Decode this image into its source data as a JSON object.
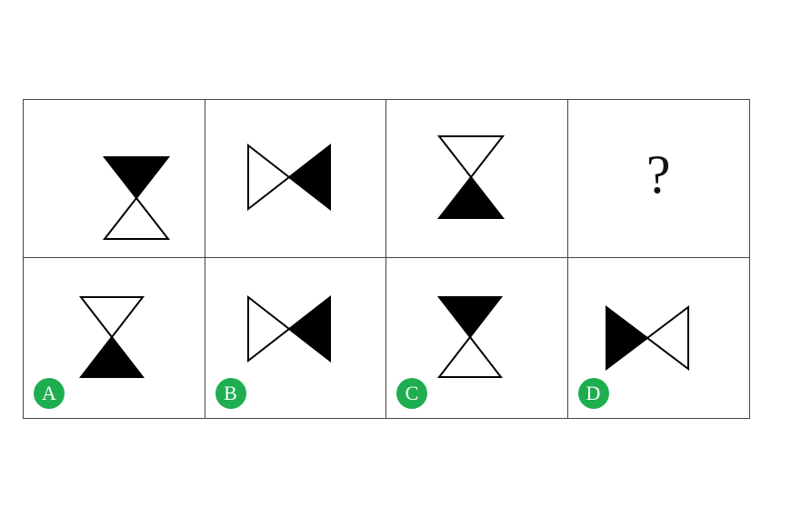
{
  "question": {
    "cells": [
      {
        "shape": "hourglass-top-filled"
      },
      {
        "shape": "bowtie-right-filled"
      },
      {
        "shape": "hourglass-bottom-filled"
      },
      {
        "placeholder": "?"
      }
    ]
  },
  "options": [
    {
      "label": "A",
      "shape": "hourglass-bottom-filled"
    },
    {
      "label": "B",
      "shape": "bowtie-right-filled"
    },
    {
      "label": "C",
      "shape": "hourglass-top-filled"
    },
    {
      "label": "D",
      "shape": "bowtie-left-filled"
    }
  ],
  "colors": {
    "badge": "#1fae4f",
    "shape_fill": "#000000",
    "shape_stroke": "#000000",
    "grid_line": "#444444"
  }
}
